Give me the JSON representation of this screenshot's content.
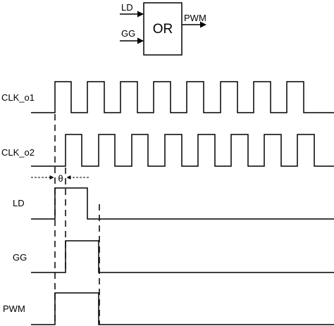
{
  "gate": {
    "name": "OR",
    "input_a": "LD",
    "input_b": "GG",
    "output": "PWM"
  },
  "signals": [
    {
      "id": "clk1",
      "label": "CLK_o1"
    },
    {
      "id": "clk2",
      "label": "CLK_o2"
    },
    {
      "id": "ld",
      "label": "LD"
    },
    {
      "id": "gg",
      "label": "GG"
    },
    {
      "id": "pwm",
      "label": "PWM"
    }
  ],
  "phase_label": "θ",
  "colors": {
    "ink": "#000000",
    "background": "#ffffff"
  }
}
